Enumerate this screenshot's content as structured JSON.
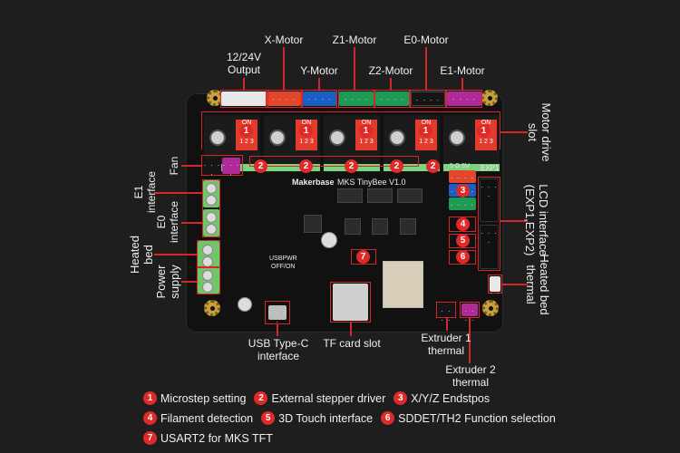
{
  "top_labels": {
    "output_12_24v": [
      "12/24V",
      "Output"
    ],
    "x_motor": "X-Motor",
    "y_motor": "Y-Motor",
    "z1_motor": "Z1-Motor",
    "z2_motor": "Z2-Motor",
    "e0_motor": "E0-Motor",
    "e1_motor": "E1-Motor"
  },
  "left_labels": {
    "fan": "Fan",
    "e1_interface": [
      "E1",
      "interface"
    ],
    "e0_interface": [
      "E0",
      "interface"
    ],
    "heated_bed": [
      "Heated",
      "bed"
    ],
    "power_supply": [
      "Power",
      "supply"
    ]
  },
  "right_labels": {
    "motor_drive_slot": [
      "Motor drive",
      "slot"
    ],
    "lcd_interface": [
      "LCD interface",
      "(EXP1,EXP2)"
    ],
    "heated_bed_thermal": [
      "Heated bed",
      "thermal"
    ]
  },
  "bottom_labels": {
    "usb_type_c": [
      "USB Type-C",
      "interface"
    ],
    "tf_card_slot": "TF card slot",
    "extruder1_thermal": [
      "Extruder 1",
      "thermal"
    ],
    "extruder2_thermal": [
      "Extruder 2",
      "thermal"
    ]
  },
  "board": {
    "brand": "Makerbase",
    "model": "MKS TinyBee V1.0",
    "exp1": "EXP1",
    "voltage_header": "5 G 5V",
    "dip_on": "ON",
    "dip_numbers": "1 2 3",
    "usb_pwr": "USBPWR",
    "off_on": "OFF/ON"
  },
  "legend": [
    {
      "num": "1",
      "text": "Microstep setting"
    },
    {
      "num": "2",
      "text": "External stepper driver"
    },
    {
      "num": "3",
      "text": "X/Y/Z Endstpos"
    },
    {
      "num": "4",
      "text": "Filament detection"
    },
    {
      "num": "5",
      "text": "3D Touch interface"
    },
    {
      "num": "6",
      "text": "SDDET/TH2 Function selection"
    },
    {
      "num": "7",
      "text": "USART2 for MKS TFT"
    }
  ],
  "colors": {
    "background": "#1e1e1e",
    "accent_red": "#d6262b",
    "badge_red": "#e02a2a",
    "x_motor": "#e2472b",
    "y_motor": "#1c5fc4",
    "z_motor": "#1e9a55",
    "e0_motor": "#151515",
    "e1_motor": "#b02a9a",
    "output": "#e8e8e8"
  }
}
